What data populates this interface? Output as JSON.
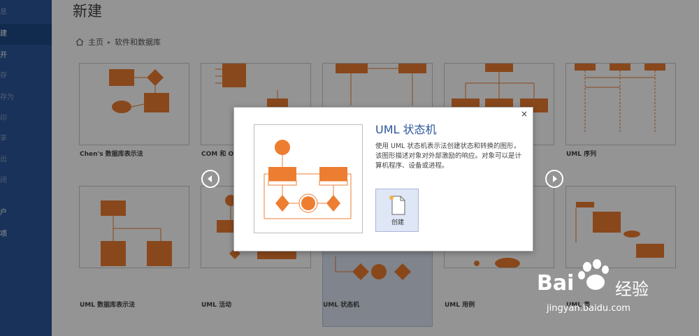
{
  "sidebar": {
    "items": [
      {
        "label": "息",
        "state": "dim"
      },
      {
        "label": "建",
        "state": "selected"
      },
      {
        "label": "开",
        "state": "normal"
      },
      {
        "label": "存",
        "state": "dim"
      },
      {
        "label": "存为",
        "state": "dim"
      },
      {
        "label": "印",
        "state": "dim"
      },
      {
        "label": "享",
        "state": "dim"
      },
      {
        "label": "出",
        "state": "dim"
      },
      {
        "label": "闭",
        "state": "dim"
      },
      {
        "label": "户",
        "state": "normal"
      },
      {
        "label": "项",
        "state": "normal"
      }
    ]
  },
  "header": {
    "title": "新建"
  },
  "breadcrumb": {
    "home": "主页",
    "separator": "▸",
    "current": "软件和数据库"
  },
  "templates": [
    {
      "label": "Chen's 数据库表示法"
    },
    {
      "label": "COM 和 O"
    },
    {
      "label": ""
    },
    {
      "label": ""
    },
    {
      "label": "UML 序列"
    },
    {
      "label": "UML 数据库表示法"
    },
    {
      "label": "UML 活动"
    },
    {
      "label": "UML 状态机"
    },
    {
      "label": "UML 用例"
    },
    {
      "label": "UML 类"
    }
  ],
  "dialog": {
    "title": "UML 状态机",
    "description": "使用 UML 状态机表示法创建状态和转换的图形，该图形描述对象对外部激励的响应。对象可以是计算机程序、设备或进程。",
    "create_label": "创建",
    "close_label": "×"
  },
  "watermark": {
    "brand": "Bai",
    "brand_suffix": "经验",
    "url": "jingyan.baidu.com"
  },
  "colors": {
    "sidebar": "#2b579a",
    "accent": "#ed7d31",
    "title": "#2b579a"
  }
}
